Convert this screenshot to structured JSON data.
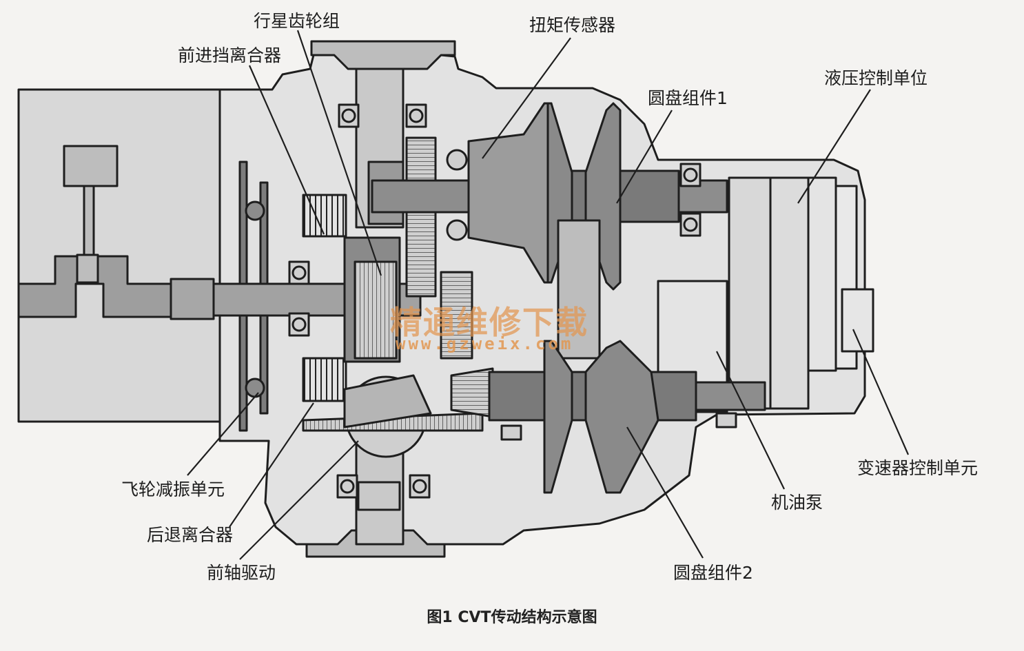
{
  "labels": {
    "planetary_gear_set": "行星齿轮组",
    "forward_clutch": "前进挡离合器",
    "torque_sensor": "扭矩传感器",
    "hydraulic_control_unit": "液压控制单位",
    "disc_assembly_1": "圆盘组件1",
    "flywheel_damper_unit": "飞轮减振单元",
    "reverse_clutch": "后退离合器",
    "front_axle_drive": "前轴驱动",
    "disc_assembly_2": "圆盘组件2",
    "oil_pump": "机油泵",
    "transmission_control_unit": "变速器控制单元"
  },
  "caption": "图1 CVT传动结构示意图",
  "watermark": {
    "text": "精通维修下载",
    "url": "www.gzweix.com",
    "color": "#e2965a"
  },
  "colors": {
    "outline": "#1e1e1e",
    "housing_light": "#dcdcdc",
    "housing_mid": "#b9b9b9",
    "metal_dark": "#7d7d7d",
    "metal_darker": "#5c5c5c"
  }
}
